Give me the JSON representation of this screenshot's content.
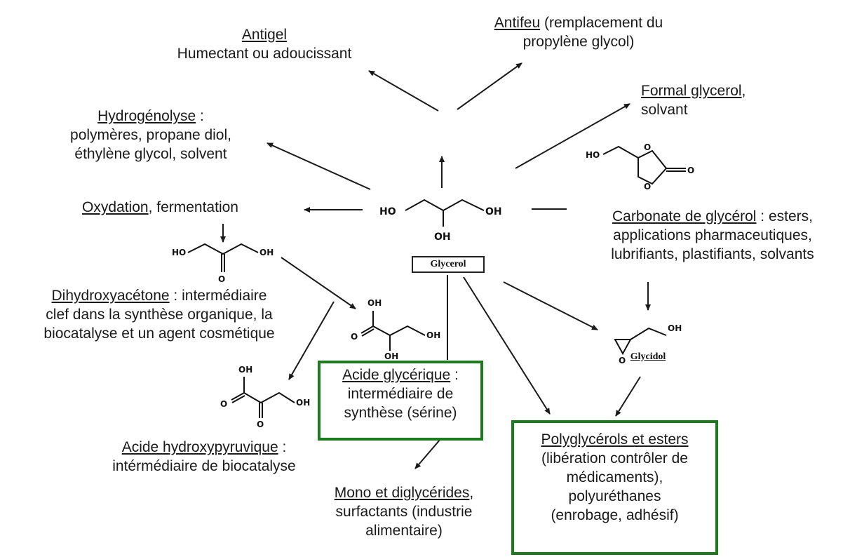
{
  "nodes": {
    "antigel": {
      "title": "Antigel",
      "desc": "Humectant ou adoucissant"
    },
    "antifeu": {
      "title": "Antifeu",
      "rest": " (remplacement du",
      "line2": "propylène glycol)"
    },
    "formal": {
      "title": "Formal glycerol",
      "rest": ",",
      "line2": "solvant"
    },
    "hydro": {
      "title": "Hydrogénolyse",
      "rest": " :",
      "line2": "polymères, propane diol,",
      "line3": "éthylène glycol, solvent"
    },
    "oxydation": {
      "title": "Oxydation",
      "rest": ", fermentation"
    },
    "carbonate": {
      "title": "Carbonate de glycérol",
      "rest": " : esters,",
      "line2": "applications pharmaceutiques,",
      "line3": "lubrifiants, plastifiants, solvants"
    },
    "dha": {
      "title": "Dihydroxyacétone",
      "rest": " : intermédiaire",
      "line2": "clef dans la synthèse organique, la",
      "line3": "biocatalyse et un agent cosmétique"
    },
    "glycerique": {
      "title": "Acide glycérique",
      "rest": " :",
      "line2": "intermédiaire de",
      "line3": "synthèse (sérine)"
    },
    "hydroxypyruvique": {
      "title": "Acide hydroxypyruvique",
      "rest": " :",
      "line2": "intérmédiaire de biocatalyse"
    },
    "mono": {
      "title": "Mono et diglycérides",
      "rest": ",",
      "line2": "surfactants (industrie",
      "line3": "alimentaire)"
    },
    "poly": {
      "title": "Polyglycérols et esters",
      "line2": "(libération contrôler de",
      "line3": "médicaments),",
      "line4": "polyuréthanes",
      "line5": "(enrobage, adhésif)"
    }
  },
  "structures": {
    "glycerol_label": "Glycerol",
    "glycidol_label": "Glycidol",
    "ho": "HO",
    "oh": "OH",
    "o": "O"
  },
  "colors": {
    "highlight_border": "#1e7a1e",
    "arrow": "#1a1a1a"
  }
}
